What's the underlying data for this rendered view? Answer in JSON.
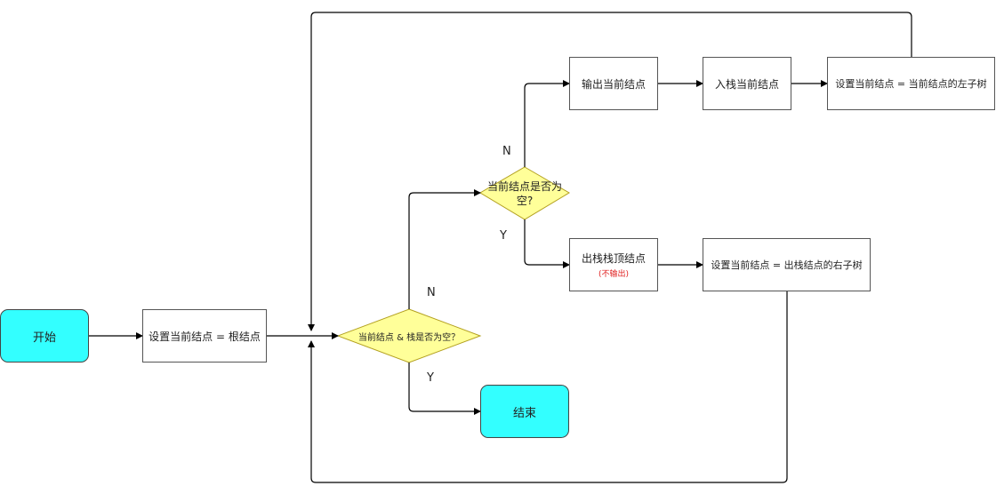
{
  "nodes": {
    "start": "开始",
    "init": "设置当前结点 = 根结点",
    "loop_cond": "当前结点 & 栈是否为空？",
    "end": "结束",
    "null_check": "当前结点是否为空?",
    "output": "输出当前结点",
    "push": "入栈当前结点",
    "set_left": "设置当前结点 = 当前结点的左子树",
    "pop": "出栈栈顶结点",
    "pop_note": "(不输出)",
    "set_right": "设置当前结点 = 出栈结点的右子树"
  },
  "edge_labels": {
    "loop_no": "N",
    "loop_yes": "Y",
    "null_no": "N",
    "null_yes": "Y"
  },
  "colors": {
    "terminal_fill": "#33ffff",
    "decision_fill": "#ffff99",
    "decision_stroke": "#b3a020",
    "edge": "#000000",
    "note": "#e02020"
  }
}
